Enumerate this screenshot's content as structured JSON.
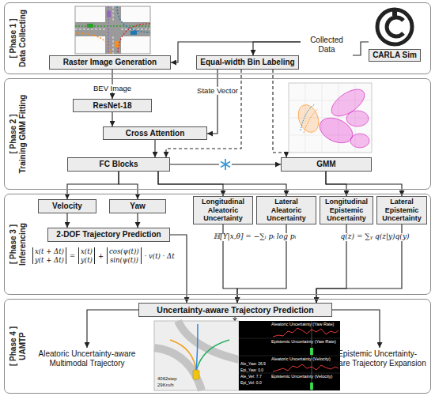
{
  "diagram": {
    "nodes": [
      {
        "text": [
          "[ Phase 1 ]",
          "Data Collecting"
        ]
      },
      {
        "text": [
          "Raster Image Generation"
        ],
        "in": 0
      },
      {
        "text": [
          "Collected Data"
        ],
        "in": 0
      },
      {
        "text": [
          "Equal-width Bin Labeling"
        ],
        "in": 0
      },
      {
        "text": [
          "CARLA Sim"
        ],
        "in": 0
      },
      {
        "text": [
          "[ Phase 2 ]",
          "Training GMM Fitting"
        ]
      },
      {
        "text": [
          "ResNet-18"
        ],
        "in": 5
      },
      {
        "text": [
          "Cross Attention"
        ],
        "in": 5
      },
      {
        "text": [
          "FC Blocks"
        ],
        "in": 5
      },
      {
        "text": [
          "GMM"
        ],
        "in": 5
      },
      {
        "text": [
          "[ Phase 3 ]",
          "Inferencing"
        ]
      },
      {
        "text": [
          "Velocity"
        ],
        "in": 10
      },
      {
        "text": [
          "Yaw"
        ],
        "in": 10
      },
      {
        "text": [
          "Longitudinal Aleatoric Uncertainty"
        ],
        "in": 10
      },
      {
        "text": [
          "Lateral Aleatoric Uncertainty"
        ],
        "in": 10
      },
      {
        "text": [
          "Longitudinal Epistemic Uncertainty"
        ],
        "in": 10
      },
      {
        "text": [
          "Lateral Epistemic Uncertainty"
        ],
        "in": 10
      },
      {
        "text": [
          "2-DOF Trajectory Prediction"
        ],
        "in": 10
      },
      {
        "text": [
          "[ Phase 4 ]",
          "UAMTP"
        ]
      },
      {
        "text": [
          "Uncertainty-aware Trajectory Prediction"
        ],
        "in": 18
      },
      {
        "text": [
          "Aleatoric Uncertainty-aware Multimodal Trajectory"
        ],
        "in": 18
      },
      {
        "text": [
          "Epistemic Uncertainty-aware Trajectory Expansion"
        ],
        "in": 18
      }
    ],
    "edges": [
      {
        "from": 2,
        "to": 1,
        "arrow": "to"
      },
      {
        "from": 2,
        "to": 3,
        "arrow": "to"
      },
      {
        "from": 4,
        "to": 2,
        "arrow": "none"
      },
      {
        "from": 1,
        "to": 6,
        "label": "BEV Image",
        "arrow": "to"
      },
      {
        "from": 3,
        "to": 7,
        "label": "State Vector",
        "arrow": "to"
      },
      {
        "from": 6,
        "to": 7,
        "arrow": "to"
      },
      {
        "from": 7,
        "to": 8,
        "arrow": "to"
      },
      {
        "from": 8,
        "to": 9,
        "arrow": "to"
      },
      {
        "from": 3,
        "to": 8,
        "arrow": "to"
      },
      {
        "from": 3,
        "to": 9,
        "arrow": "to"
      },
      {
        "from": 8,
        "to": 11,
        "arrow": "to"
      },
      {
        "from": 8,
        "to": 12,
        "arrow": "to"
      },
      {
        "from": 8,
        "to": 13,
        "arrow": "to"
      },
      {
        "from": 8,
        "to": 14,
        "arrow": "to"
      },
      {
        "from": 9,
        "to": 15,
        "arrow": "to"
      },
      {
        "from": 9,
        "to": 16,
        "arrow": "to"
      },
      {
        "from": 11,
        "to": 17,
        "arrow": "to"
      },
      {
        "from": 12,
        "to": 17,
        "arrow": "to"
      },
      {
        "from": 17,
        "to": 19,
        "arrow": "to"
      },
      {
        "from": 13,
        "to": 19,
        "arrow": "to"
      },
      {
        "from": 14,
        "to": 19,
        "arrow": "to"
      },
      {
        "from": 15,
        "to": 19,
        "arrow": "to"
      },
      {
        "from": 16,
        "to": 19,
        "arrow": "to"
      },
      {
        "from": 19,
        "to": 20,
        "arrow": "to"
      },
      {
        "from": 19,
        "to": 21,
        "arrow": "to"
      }
    ],
    "labels": [
      "x(t + Δt)",
      "y(t + Δt)",
      "=",
      "x(t)",
      "y(t)",
      "+",
      "cos(ψ(t))",
      "sin(ψ(t))",
      "· v(t) · Δt",
      "ℍ[Y|x,θ] = −∑ᵢ pᵢ log pᵢ",
      "q(z) = ∑ᵧ q(z|y)q(y)",
      "Aleatoric Uncertainty (Yaw Rate)",
      "Epistemic Uncertainty (Yaw Rate)",
      "Aleatoric Uncertainty (Velocity)",
      "Epistemic Uncertainty (Velocity)",
      "Ale_Yaw: 26.9",
      "Epi_Yaw: 0.0",
      "Ale_Vel: 7.7",
      "Epi_Vel: 0.0",
      "4062step",
      "29Km/h"
    ]
  }
}
